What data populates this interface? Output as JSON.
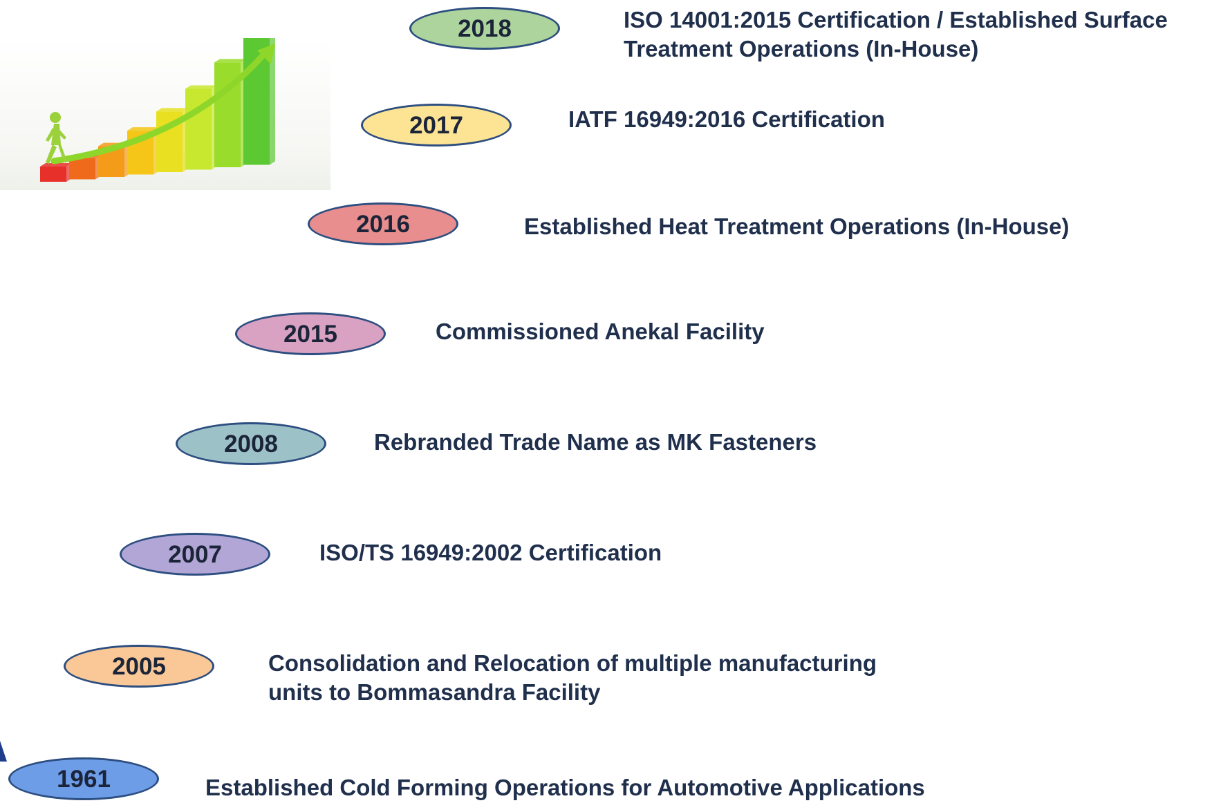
{
  "timeline": {
    "milestones": [
      {
        "year": "2018",
        "pill_color": "#acd49c",
        "lines": [
          "ISO 14001:2015 Certification / Established Surface",
          "Treatment Operations (In-House)"
        ]
      },
      {
        "year": "2017",
        "pill_color": "#fde394",
        "lines": [
          "IATF 16949:2016 Certification"
        ]
      },
      {
        "year": "2016",
        "pill_color": "#e98e8e",
        "lines": [
          "Established Heat Treatment Operations (In-House)"
        ]
      },
      {
        "year": "2015",
        "pill_color": "#d9a1c2",
        "lines": [
          "Commissioned Anekal Facility"
        ]
      },
      {
        "year": "2008",
        "pill_color": "#9cc2c8",
        "lines": [
          "Rebranded Trade Name as MK Fasteners"
        ]
      },
      {
        "year": "2007",
        "pill_color": "#b2a6d6",
        "lines": [
          "ISO/TS 16949:2002 Certification"
        ]
      },
      {
        "year": "2005",
        "pill_color": "#f9c896",
        "lines": [
          "Consolidation and Relocation of multiple manufacturing",
          "units to Bommasandra Facility"
        ]
      },
      {
        "year": "1961",
        "pill_color": "#6e9de8",
        "lines": [
          "Established Cold Forming Operations for Automotive Applications"
        ]
      }
    ]
  },
  "growth_image": {
    "icon": "growth-chart-icon",
    "bar_colors": [
      "#e8302a",
      "#f06a1c",
      "#f59b1a",
      "#f5c518",
      "#e8e020",
      "#c8e830",
      "#9adc2c",
      "#5cc832"
    ],
    "arrow_color": "#8fd62a",
    "figure_color": "#9bd13a"
  }
}
